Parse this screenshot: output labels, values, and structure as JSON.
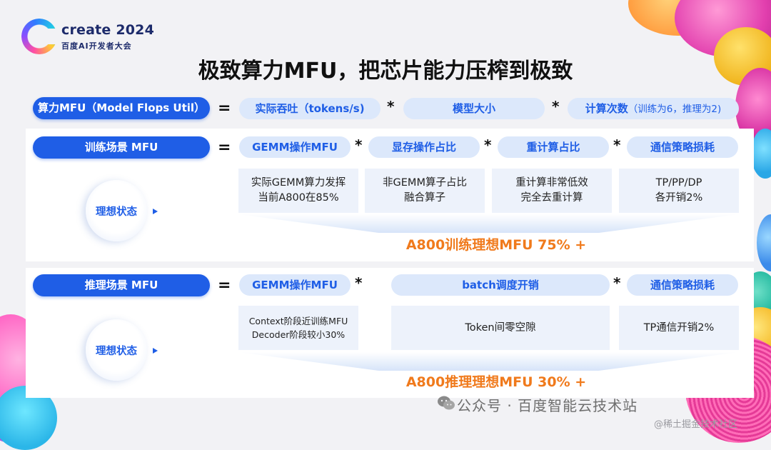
{
  "logo": {
    "title": "create 2024",
    "subtitle": "百度AI开发者大会"
  },
  "title": "极致算力MFU，把芯片能力压榨到极致",
  "formula": {
    "left": "算力MFU（Model Flops Util）",
    "eq": "=",
    "terms": [
      {
        "label": "实际吞吐（tokens/s)"
      },
      {
        "label": "模型大小"
      },
      {
        "label": "计算次数",
        "note": "（训练为6，推理为2)"
      }
    ],
    "op": "*"
  },
  "training": {
    "label": "训练场景 MFU",
    "eq": "=",
    "op": "*",
    "factors": [
      "GEMM操作MFU",
      "显存操作占比",
      "重计算占比",
      "通信策略损耗"
    ],
    "ideal_label": "理想状态",
    "cells": [
      [
        "实际GEMM算力发挥",
        "当前A800在85%"
      ],
      [
        "非GEMM算子占比",
        "融合算子"
      ],
      [
        "重计算非常低效",
        "完全去重计算"
      ],
      [
        "TP/PP/DP",
        "各开销2%"
      ]
    ],
    "result": "A800训练理想MFU 75% +"
  },
  "inference": {
    "label": "推理场景 MFU",
    "eq": "=",
    "op": "*",
    "factors": [
      "GEMM操作MFU",
      "batch调度开销",
      "通信策略损耗"
    ],
    "ideal_label": "理想状态",
    "cells": [
      [
        "Context阶段近训练MFU",
        "Decoder阶段较小30%"
      ],
      [
        "Token间零空隙"
      ],
      [
        "TP通信开销2%"
      ]
    ],
    "result": "A800推理理想MFU 30% +"
  },
  "watermark": {
    "main": "公众号 · 百度智能云技术站",
    "corner": "@稀土掘金技术社区"
  },
  "colors": {
    "accent": "#1f5ee6",
    "pill_light": "#dce8fb",
    "result": "#f07a1c"
  },
  "icons": [
    "wechat-icon"
  ]
}
